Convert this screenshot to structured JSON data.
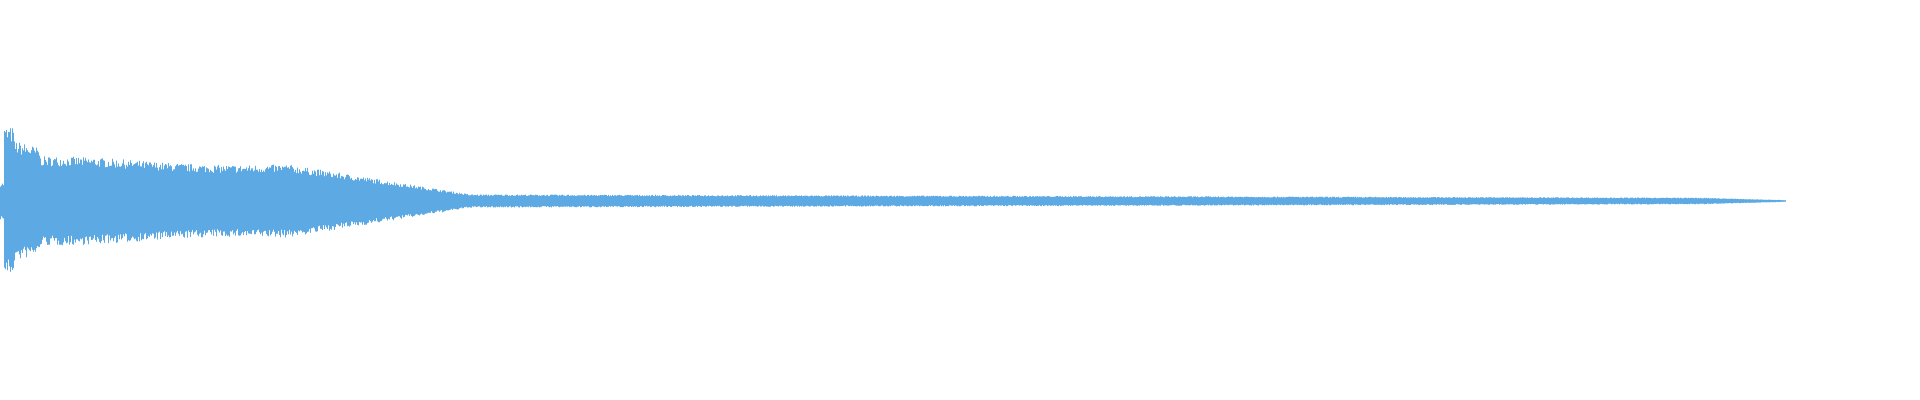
{
  "waveform": {
    "color": "#5DA9E3",
    "background": "#ffffff",
    "shape": "decaying-oscillation",
    "peak_amplitude": 1.0,
    "sustain_amplitude": 0.58,
    "tail_amplitude": 0.03,
    "visible_duration_fraction": 0.93
  }
}
